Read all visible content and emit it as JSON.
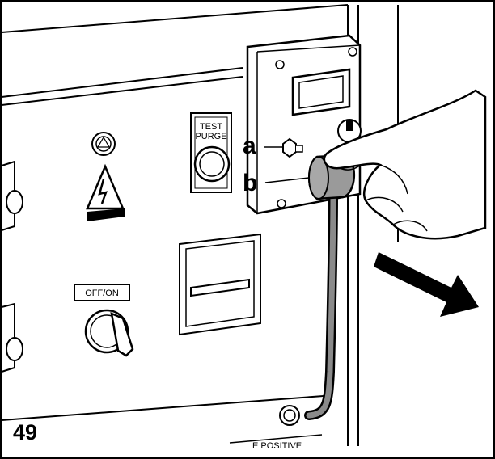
{
  "figure_number": "49",
  "callouts": {
    "a": "a",
    "b": "b"
  },
  "panel_labels": {
    "test_line1": "TEST",
    "test_line2": "PURGE",
    "off_on": "OFF/ON",
    "bottom_plate": "E POSITIVE"
  },
  "colors": {
    "line": "#000000",
    "panel": "#ffffff",
    "connector": "#9a9a9a",
    "cable": "#8a8a8a",
    "arrow": "#000000"
  },
  "icons": [
    "lamp-icon",
    "high-voltage-warning-icon",
    "rotary-switch-icon",
    "push-button-icon",
    "direction-arrow-icon"
  ]
}
